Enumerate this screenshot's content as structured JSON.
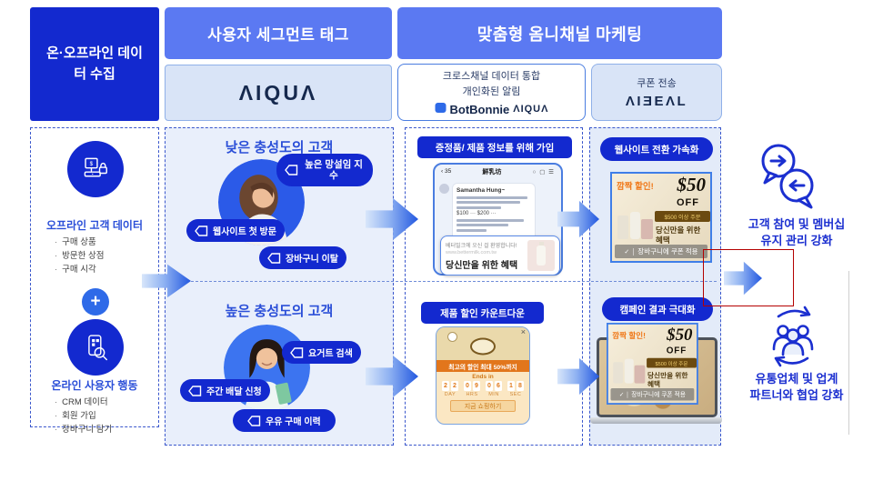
{
  "slide": {
    "collect_label": "온·오프라인 데이터 수집",
    "header_segment": "사용자 세그먼트 태그",
    "header_omni": "맞춤형 옴니채널 마케팅",
    "aiqua_logo": "ΛIQUΛ",
    "cross_channel_line1": "크로스채널 데이터 통합",
    "cross_channel_line2": "개인화된 알림",
    "botbonnie_logo": "BotBonnie",
    "botbonnie_aiqua": "ΛIQUΛ",
    "coupon_send_label": "쿠폰 전송",
    "aideal_logo": "ΛIƎEΛL"
  },
  "left_panel": {
    "offline_title": "오프라인 고객 데이터",
    "offline_items": [
      "구매 상품",
      "방문한 상점",
      "구매 시각"
    ],
    "plus": "+",
    "online_title": "온라인 사용자 행동",
    "online_items": [
      "CRM 데이터",
      "회원 가입",
      "장바구니 담기"
    ]
  },
  "personas": {
    "low_title": "낮은 충성도의 고객",
    "low_tags": [
      "높은 망설임 지수",
      "웹사이트 첫 방문",
      "장바구니 이탈"
    ],
    "high_title": "높은 충성도의 고객",
    "high_tags": [
      "요거트 검색",
      "주간 배달 신청",
      "우유 구매 이력"
    ]
  },
  "chat_col": {
    "label_top": "증정품/ 제품 정보를 위해 가입",
    "phone": {
      "back": "‹ 35",
      "contact": "鮮乳坊",
      "icons": "○ ▢ ☰",
      "msg_sender": "Samantha Hung~",
      "amounts": "$100 ··· $200 ···",
      "overlay_welcome": "베터밀크에 오신 걸 환영합니다!",
      "overlay_url": "www.bettermilk.com.tw",
      "overlay_benefit": "당신만을 위한 혜택"
    },
    "label_bottom": "제품 할인 카운트다운",
    "countdown": {
      "close": "×",
      "banner": "최고의 할인 최대 50%까지",
      "ends_in": "Ends in",
      "units": [
        {
          "d1": "2",
          "d2": "2",
          "label": "DAY"
        },
        {
          "d1": "0",
          "d2": "9",
          "label": "HRS"
        },
        {
          "d1": "0",
          "d2": "6",
          "label": "MIN"
        },
        {
          "d1": "1",
          "d2": "8",
          "label": "SEC"
        }
      ],
      "button": "지금 쇼핑하기"
    }
  },
  "right_col": {
    "label_top": "웹사이트 전환 가속화",
    "label_bottom": "캠페인 결과 극대화",
    "coupon": {
      "surprise": "깜짝 할인!",
      "amount": "$50",
      "off": "OFF",
      "condition": "$500 이상 주문",
      "benefit": "당신만을 위한 혜택",
      "check": "✓",
      "apply": "장바구니에 쿠폰 적용"
    }
  },
  "outcomes": {
    "engagement_line1": "고객 참여 및 멤버십",
    "engagement_line2": "유지 관리 강화",
    "partnership_line1": "유통업체 및 업계",
    "partnership_line2": "파트너와 협업 강화"
  },
  "colors": {
    "primary_blue": "#1329cf",
    "header_blue": "#5b79f2",
    "panel_blue": "#e9effb",
    "light_box_blue": "#d9e4f7",
    "accent_orange": "#e2761c",
    "annotation_red": "#b40000",
    "navy_logo": "#16294e",
    "title_blue": "#2b4fd8"
  }
}
